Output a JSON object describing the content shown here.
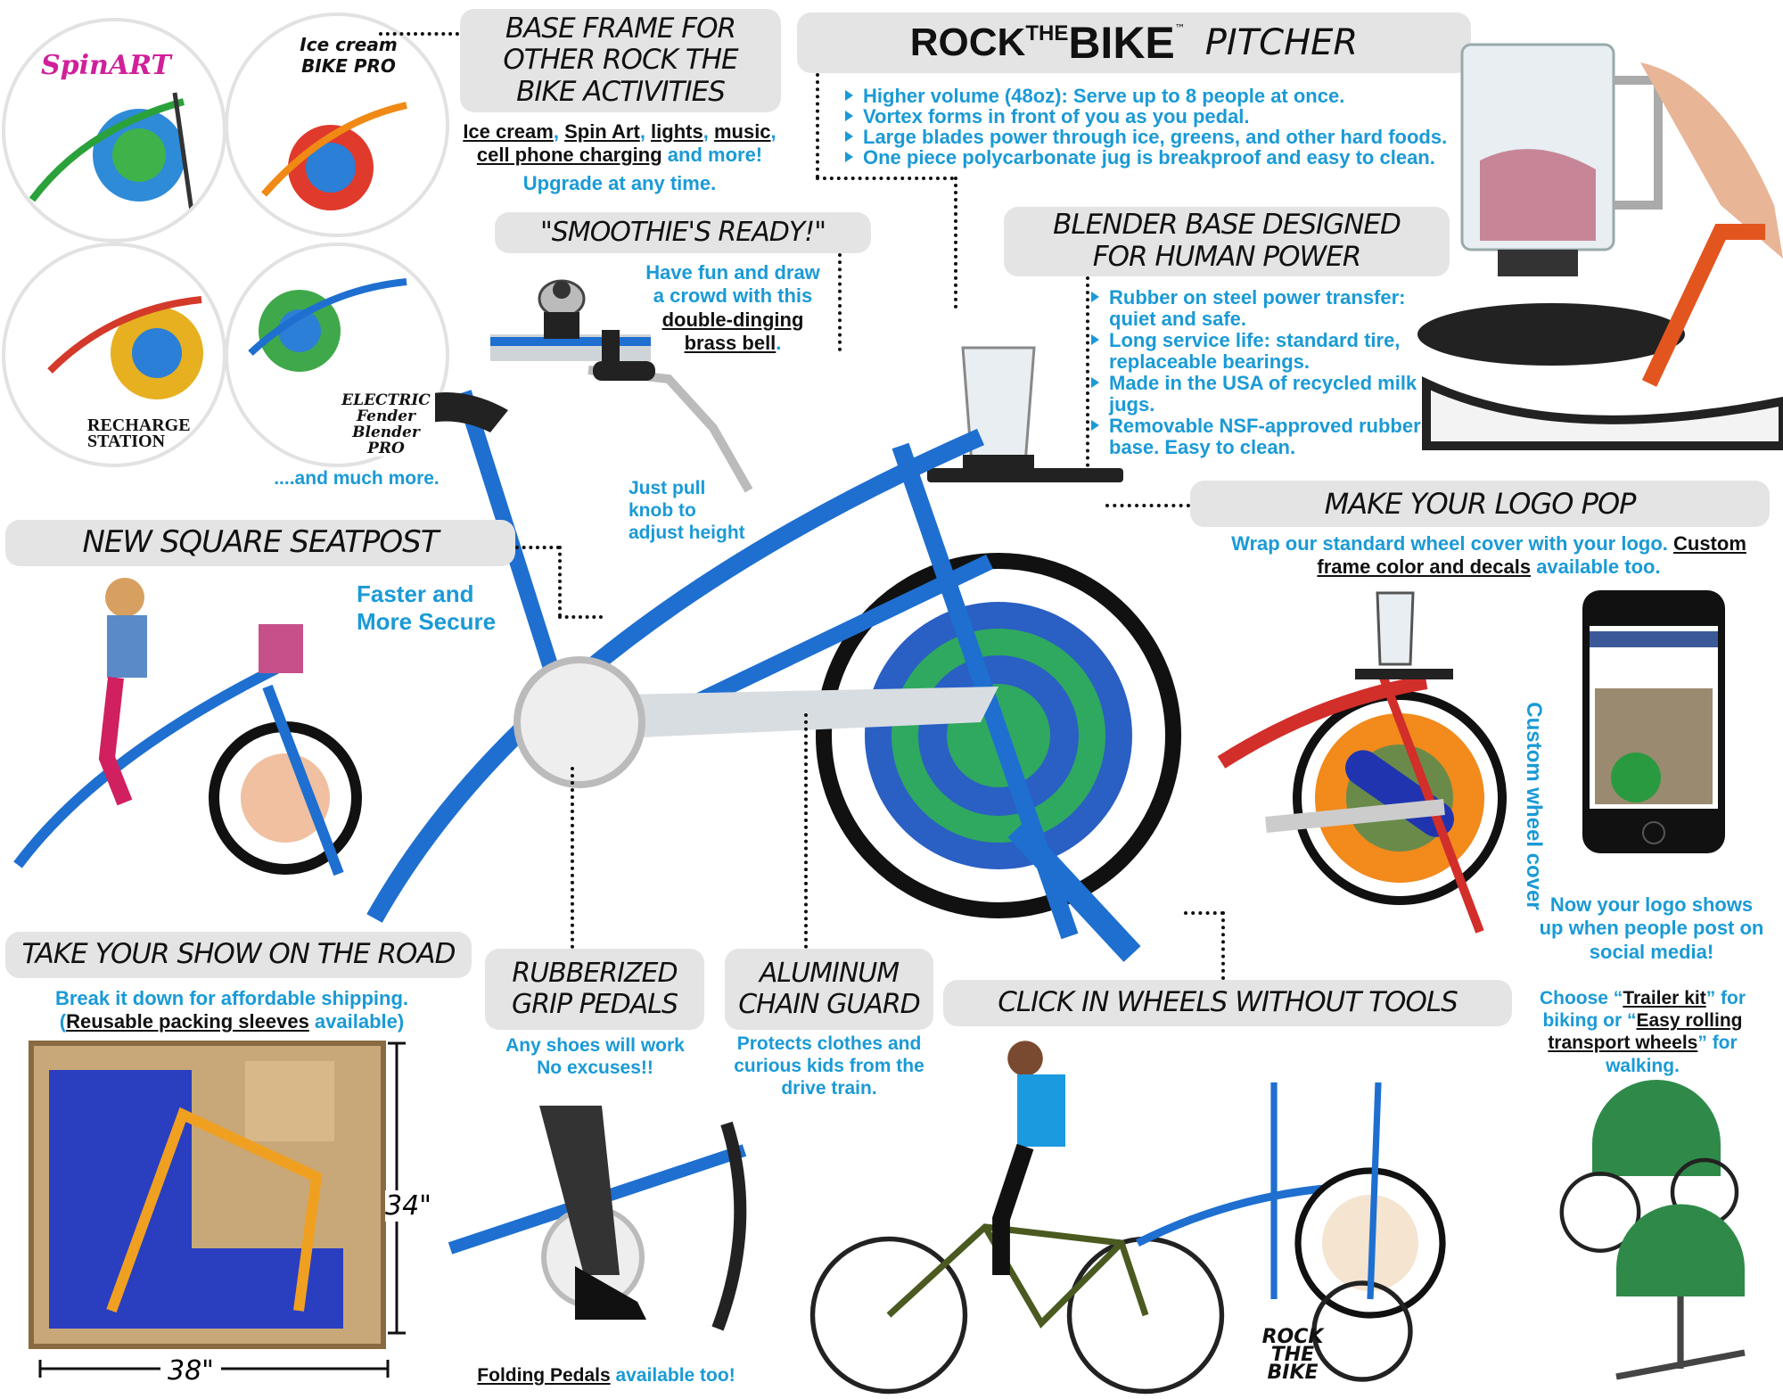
{
  "activities": {
    "circles": [
      {
        "label": "SpinART"
      },
      {
        "label": "Ice cream BIKE PRO"
      },
      {
        "label": "RECHARGE STATION"
      },
      {
        "label": "ELECTRIC Fender Blender PRO"
      }
    ],
    "more": "....and much more."
  },
  "base_frame": {
    "title": "BASE FRAME FOR OTHER ROCK THE BIKE ACTIVITIES",
    "desc": [
      {
        "t": "Ice cream"
      },
      {
        "t": ", "
      },
      {
        "t": "Spin Art"
      },
      {
        "t": ", "
      },
      {
        "t": "lights"
      },
      {
        "t": ", "
      },
      {
        "t": "music"
      },
      {
        "t": ","
      },
      {
        "t": "cell phone charging"
      },
      {
        "t": " and more!"
      }
    ],
    "upgrade": "Upgrade at any time."
  },
  "pitcher": {
    "title_brand_rock": "ROCK",
    "title_brand_the": "THE",
    "title_brand_bike": "BIKE",
    "title_tm": "™",
    "title_rest": "PITCHER",
    "bullets": [
      "Higher volume (48oz): Serve up to 8 people at once.",
      "Vortex forms in front of you as you pedal.",
      "Large blades power through ice, greens, and other hard foods.",
      "One piece polycarbonate jug is breakproof and easy to clean."
    ]
  },
  "smoothie": {
    "title": "\"SMOOTHIE'S READY!\"",
    "line1": "Have fun and draw",
    "line2": "a crowd with this",
    "u1": "double-dinging",
    "u2": "brass bell",
    "end": "."
  },
  "blender_base": {
    "title": "BLENDER BASE DESIGNED FOR HUMAN POWER",
    "bullets": [
      "Rubber on steel power transfer: quiet and safe.",
      "Long service life: standard tire, replaceable bearings.",
      "Made in the USA of recycled milk jugs.",
      "Removable NSF-approved rubber base. Easy to clean."
    ]
  },
  "seat_knob": "Just pull knob to adjust height",
  "seatpost": {
    "title": "NEW SQUARE SEATPOST",
    "desc": "Faster and More Secure"
  },
  "logo_pop": {
    "title": "MAKE YOUR LOGO POP",
    "desc_a": "Wrap our standard wheel cover with your logo. ",
    "desc_u": "Custom frame color and decals",
    "desc_b": " available too.",
    "vertical": "Custom wheel cover",
    "social": "Now your logo shows up when people post on social media!"
  },
  "road": {
    "title": "TAKE YOUR SHOW ON THE ROAD",
    "desc1": "Break it down for affordable shipping.",
    "desc2_a": "(",
    "desc2_u": "Reusable packing sleeves",
    "desc2_b": " available)",
    "height": "34\"",
    "width": "38\""
  },
  "pedals": {
    "title": "RUBBERIZED GRIP PEDALS",
    "desc": "Any shoes will work No excuses!!",
    "folding_u": "Folding Pedals",
    "folding_b": " available too!"
  },
  "chain_guard": {
    "title": "ALUMINUM CHAIN GUARD",
    "desc": "Protects clothes and curious kids from the drive train."
  },
  "wheels": {
    "title": "CLICK IN WHEELS WITHOUT TOOLS",
    "c1": "Choose “",
    "u1": "Trailer kit",
    "c2": "” for biking or “",
    "u2": "Easy rolling transport wheels",
    "c3": "” for walking.",
    "logo": "ROCK THE BIKE"
  },
  "colors": {
    "accent": "#1a9ad6",
    "header_bg": "#e4e4e4",
    "frame": "#1e6fd0"
  }
}
